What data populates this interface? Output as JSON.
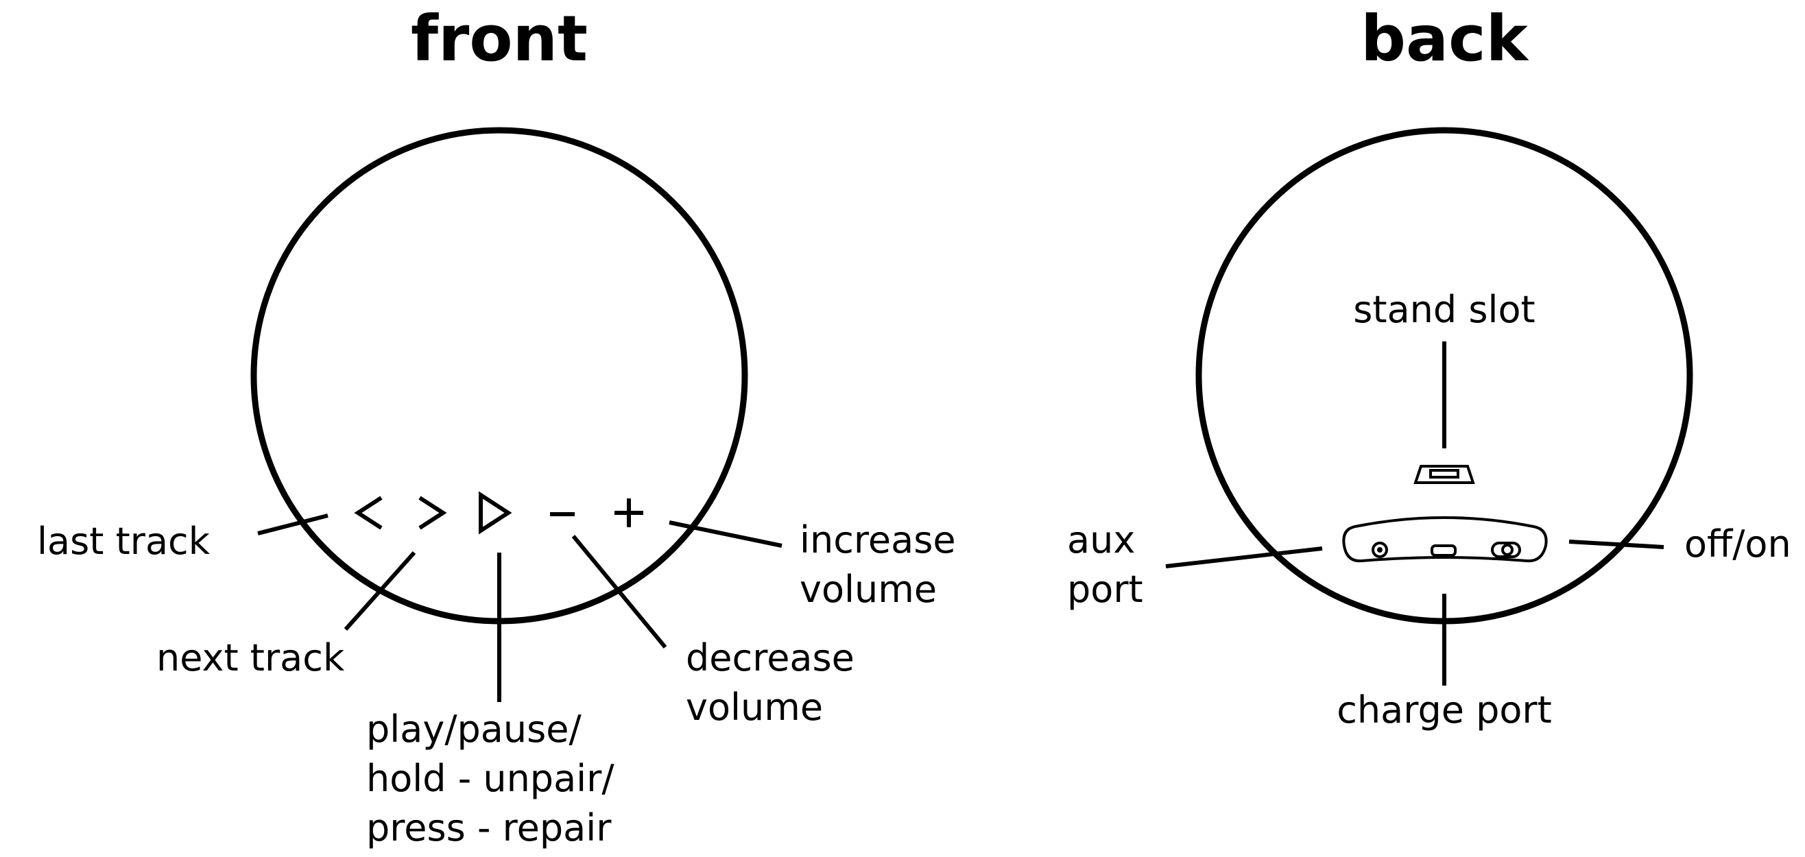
{
  "front": {
    "title": "front",
    "labels": {
      "last_track": "last track",
      "next_track": "next track",
      "play_pause": [
        "play/pause/",
        "hold - unpair/",
        "press - repair"
      ],
      "decrease_volume": [
        "decrease",
        "volume"
      ],
      "increase_volume": [
        "increase",
        "volume"
      ]
    },
    "buttons": [
      "last-track-icon",
      "next-track-icon",
      "play-icon",
      "minus-icon",
      "plus-icon"
    ]
  },
  "back": {
    "title": "back",
    "labels": {
      "stand_slot": "stand slot",
      "aux_port": [
        "aux",
        "port"
      ],
      "off_on": "off/on",
      "charge_port": "charge port"
    }
  },
  "colors": {
    "ink": "#000000",
    "background": "#ffffff"
  }
}
